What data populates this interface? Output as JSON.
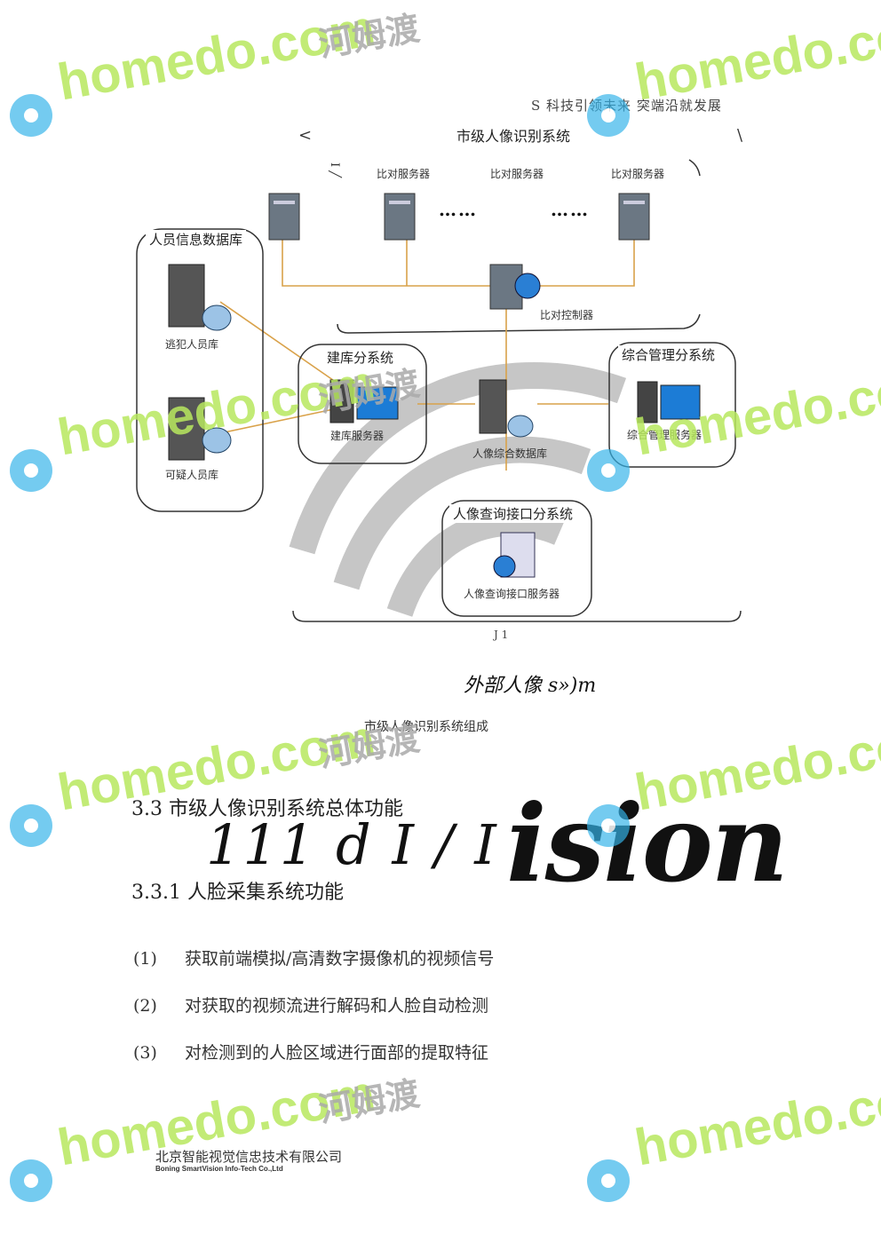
{
  "header": {
    "slogan": "S 科技引领未来 突端沿就发展"
  },
  "diagram": {
    "title": "市级人像识别系统",
    "bracket_left": "<",
    "bracket_right": "\\",
    "top_mark": "I ╱",
    "compare_servers": [
      "比对服务器",
      "比对服务器",
      "比对服务器"
    ],
    "dots": "……",
    "controller_label": "比对控制器",
    "db_group": {
      "title": "人员信息数据库",
      "items": [
        "逃犯人员库",
        "可疑人员库"
      ]
    },
    "build_group": {
      "title": "建库分系统",
      "server": "建库服务器"
    },
    "center_db": "人像综合数据库",
    "mgmt_group": {
      "title": "综合管理分系统",
      "server": "综合管理服务器"
    },
    "query_group": {
      "title": "人像查询接口分系统",
      "server": "人像查询接口服务器"
    },
    "bottom_mark": "J 1",
    "external": "外部人像 s»)m"
  },
  "figure_caption": "市级人像识别系统组成",
  "section": {
    "heading_3_3": "3.3 市级人像识别系统总体功能",
    "overlay_text": "111 d I / I",
    "overlay_big": "ision",
    "heading_3_3_1": "3.3.1 人脸采集系统功能"
  },
  "list": [
    {
      "num": "(1)",
      "text": "获取前端模拟/高清数字摄像机的视频信号"
    },
    {
      "num": "(2)",
      "text": "对获取的视频流进行解码和人脸自动检测"
    },
    {
      "num": "(3)",
      "text": "对检测到的人脸区域进行面部的提取特征"
    }
  ],
  "footer": {
    "company_cn": "北京智能视觉信忠技术有限公司",
    "company_en": "Boning SmartVision Info-Tech Co.,Ltd"
  },
  "watermark": {
    "text": "homedo.com",
    "cn": "河姆渡"
  },
  "colors": {
    "watermark_green": "#b8e85f",
    "line_orange": "#d9a24a",
    "flower_blue": "#33b3e8"
  }
}
